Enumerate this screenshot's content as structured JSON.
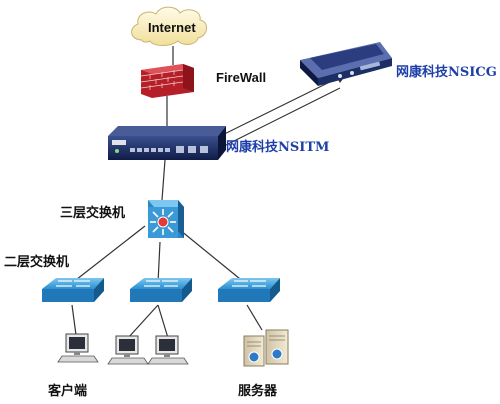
{
  "nodes": {
    "internet": "Internet",
    "firewall": "FireWall",
    "nsicg": "网康科技NSICG",
    "nsitm": "网康科技NSITM",
    "l3_switch": "三层交换机",
    "l2_switch": "二层交换机",
    "clients": "客户端",
    "servers": "服务器"
  },
  "colors": {
    "accent_blue": "#1e3fa8",
    "firewall_red": "#c8202a",
    "switch_blue": "#2b8fd0",
    "device_navy": "#1c2e66"
  }
}
